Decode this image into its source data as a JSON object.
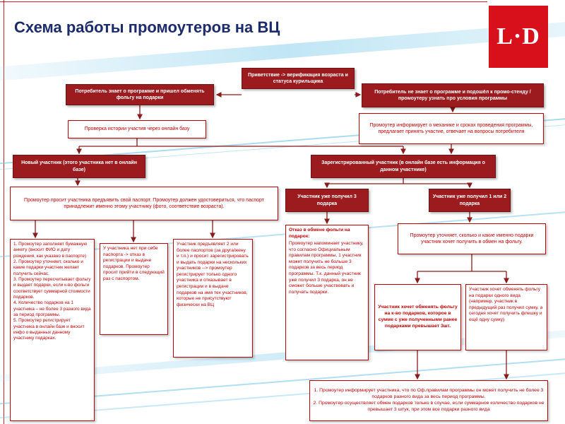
{
  "slide": {
    "title": "Схема работы промоутеров на ВЦ",
    "logo_text": "L·D"
  },
  "colors": {
    "accent_red": "#C00000",
    "dark_box": "#9B1B1E",
    "title_navy": "#1C2B6B",
    "stripe_blue": "#8FD2E8",
    "logo_red": "#D8101C",
    "arrow": "#8B1A1A"
  },
  "nodes": {
    "greeting": {
      "text": "Приветствие -> верификация возраста и статуса курильщика"
    },
    "knows": {
      "text": "Потребитель знает о программе и пришел обменять фольгу на подарки"
    },
    "not_knows": {
      "text": "Потребитель не знает о программе и подошёл к промо-стенду / промоутеру узнать про условия программы"
    },
    "check_history": {
      "text": "Проверка истории участия через онлайн базу"
    },
    "informs": {
      "text": "Промоутер информирует о механике и сроках проведения программы, предлагает принять участие, отвечает на вопросы потребителя"
    },
    "new_participant": {
      "text": "Новый участник (этого участника нет в онлайн базе)"
    },
    "registered": {
      "text": "Зарегистрированный участник (в онлайн базе есть информация о данном участнике)"
    },
    "passport_check": {
      "text": "Промоутер просит участника предъявить свой паспорт. Промоутер должен удостовериться, что паспорт принадлежит именно этому участнику (фото, соответствие возраста)."
    },
    "got3": {
      "text": "Участник уже получил 3 подарка"
    },
    "got12": {
      "text": "Участник уже получил 1 или 2 подарка"
    },
    "steps_list": {
      "text": "1. Промоутер заполняет бумажную анкету (вносит ФИО и дату рождения, как указано в паспорте)\n2. Промоутер уточняет, сколько и какие подарки участник желает получить сейчас.\n3. Промоутер пересчитывает фольгу и выдает подарки, если к-во фольги соответствует суммарной стоимости подарков.\n4. Количество подарков на 1 участника – не более 3 разного вида за период программы.\n5. Промоутер регистрирует участника в онлайн базе и вносит инфо о выданных данному участнику подарках."
    },
    "no_passport": {
      "text": "У участника нет при себе паспорта -> отказ в регистрации и выдаче подарков. Промоутер просит прийти в следующий раз с паспортом."
    },
    "multiple_passports": {
      "text": "Участник предъявляет 2 или более паспортов (за друга/жену и т.п.) и просит зарегистрировать и выдать подарки на нескольких участников --> промоутер регистрирует только одного участника и отказывает в регистрации и в выдаче подарков на имя тех участников, которые не присутствуют физически на ВЦ"
    },
    "refusal": {
      "heading": "Отказ в обмене фольги на подарок:",
      "body": "Промоутер напоминает участнику, что согласно Официальным правилам программы, 1 участник может получить не больше 3 подарков за весь период программы. Т.к. данный участник уже получил 3 подарка, он не сможет больше участвовать и получать подарки."
    },
    "clarify": {
      "text": "Промоутер уточняет, сколько и какие именно подарки участник хочет получить в обмен на фольгу."
    },
    "exceed3": {
      "text": "Участник хочет обменять фольгу на к-во подарков, которое в сумме с уже полученными ранее подарками превышает 3шт."
    },
    "same_type": {
      "text": "Участник хочет обменять фольгу на подарки одного вида (например, участник в предыдущий раз получил сумку, а сегодня хочет получить флешку и ещё одну сумку)"
    },
    "final": {
      "text": "1. Промоутер информирует участника, что по Оф.правилам программы он может получить не более 3 подарков разного вида за весь период программы.\n2. Промоутер осуществляет обмен подарков только в случае, если суммарное количество подарков не превышает 3 штук, при этом все подарки разного вида"
    }
  }
}
